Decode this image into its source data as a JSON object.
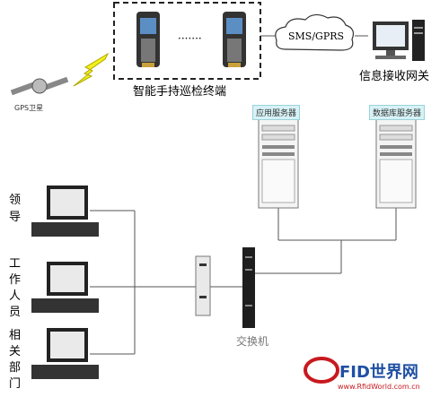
{
  "nodes": {
    "gps": {
      "label": "GPS卫星"
    },
    "terminal_group": {
      "label": "智能手持巡检终端",
      "dots": "·······"
    },
    "cloud": {
      "label": "SMS/GPRS"
    },
    "gateway": {
      "label": "信息接收网关"
    },
    "app_server": {
      "label": "应用服务器"
    },
    "db_server": {
      "label": "数据库服务器"
    },
    "switch": {
      "label": "交换机"
    },
    "pc_leader": {
      "label": "领导"
    },
    "pc_staff": {
      "label": "工作人员"
    },
    "pc_dept": {
      "label": "相关部门"
    }
  },
  "watermark": {
    "brand": "FID世界网",
    "url": "www.RfidWorld.com.cn"
  },
  "colors": {
    "line": "#555555",
    "lightning": "#f1f01a",
    "tag_bg": "#d7f2f6",
    "brand_red": "#c8191f",
    "brand_blue": "#1f4fa3"
  }
}
